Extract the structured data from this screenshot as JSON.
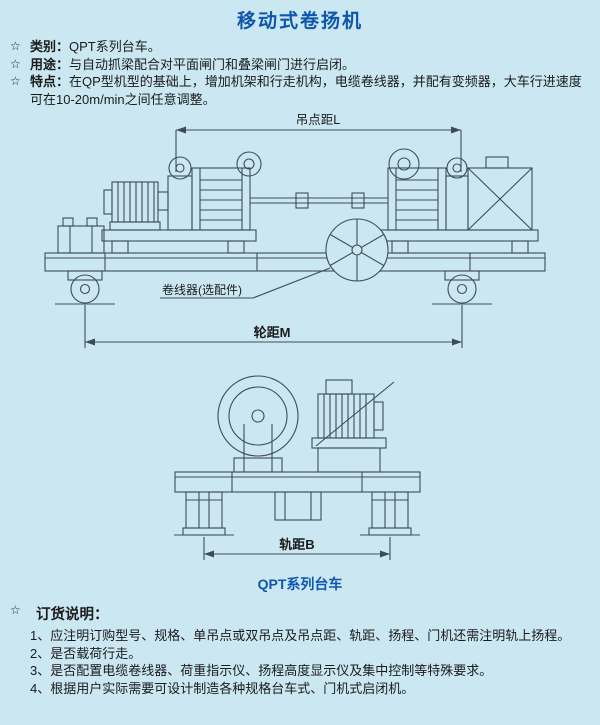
{
  "page": {
    "title": "移动式卷扬机",
    "star": "☆",
    "bullets": [
      {
        "label": "类别：",
        "text": "QPT系列台车。"
      },
      {
        "label": "用途：",
        "text": "与自动抓梁配合对平面闸门和叠梁闸门进行启闭。"
      },
      {
        "label": "特点：",
        "text": "在QP型机型的基础上，增加机架和行走机构，电缆卷线器，并配有变频器，大车行进速度可在10-20m/min之间任意调整。"
      }
    ]
  },
  "diagram_side": {
    "dim_top": "吊点距L",
    "reel_label": "卷线器(选配件)",
    "dim_bottom": "轮距M"
  },
  "diagram_end": {
    "dim_bottom": "轨距B",
    "caption": "QPT系列台车"
  },
  "ordering": {
    "star": "☆",
    "title": "订货说明：",
    "items": [
      {
        "num": "1、",
        "text": "应注明订购型号、规格、单吊点或双吊点及吊点距、轨距、扬程、门机还需注明轨上扬程。"
      },
      {
        "num": "2、",
        "text": "是否载荷行走。"
      },
      {
        "num": "3、",
        "text": "是否配置电缆卷线器、荷重指示仪、扬程高度显示仪及集中控制等特殊要求。"
      },
      {
        "num": "4、",
        "text": "根据用户实际需要可设计制造各种规格台车式、门机式启闭机。"
      }
    ]
  }
}
